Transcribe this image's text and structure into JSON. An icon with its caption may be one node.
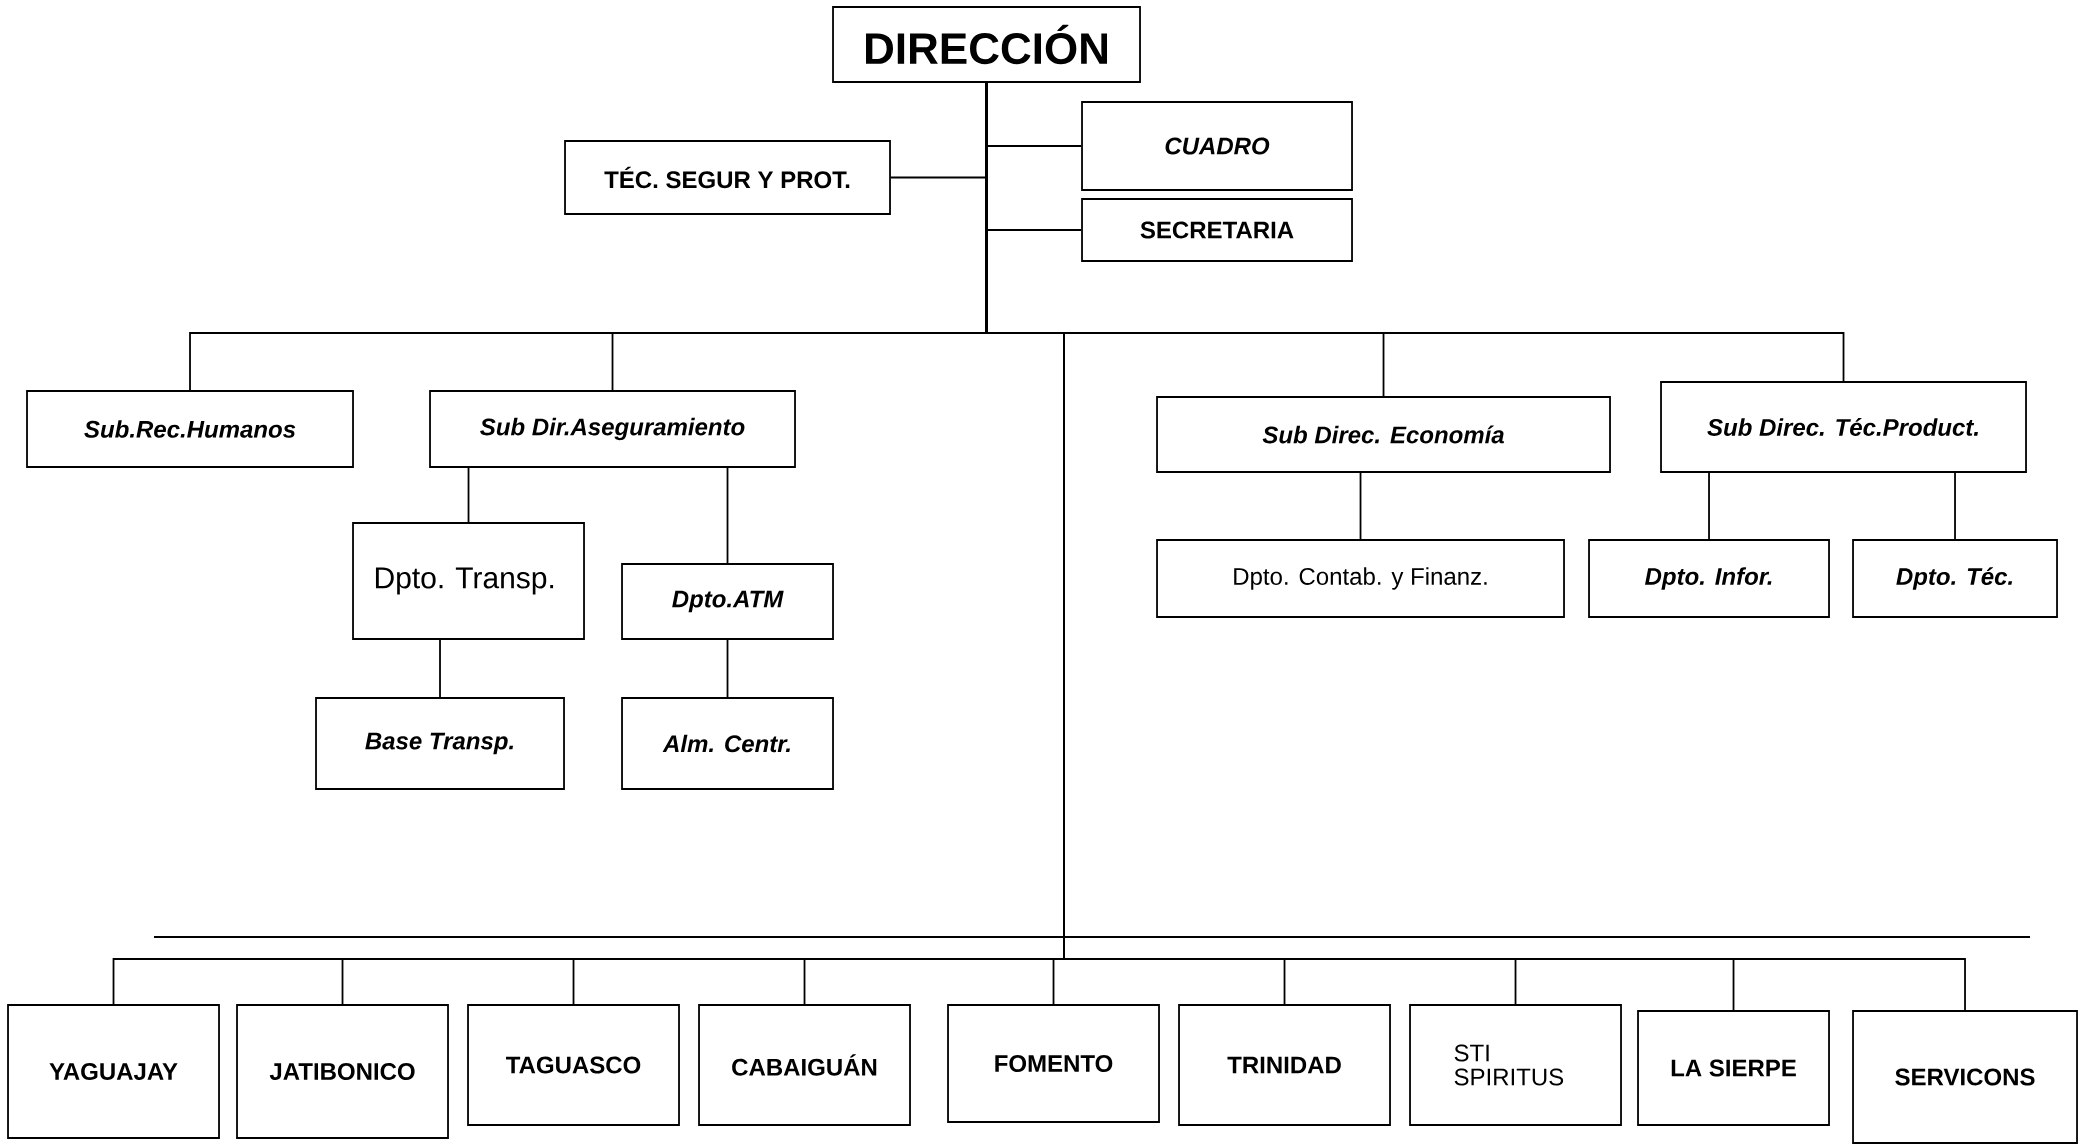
{
  "diagram": {
    "nodes": [
      {
        "text": [
          "DIRECCIÓN"
        ]
      },
      {
        "text": [
          "TÉC. SEGUR Y PROT."
        ]
      },
      {
        "text": [
          "CUADRO"
        ]
      },
      {
        "text": [
          "SECRETARIA"
        ]
      },
      {
        "text": [
          "Sub.Rec.Humanos"
        ]
      },
      {
        "text": [
          "Sub Dir.Aseguramiento"
        ]
      },
      {
        "text": [
          "Dpto. Transp."
        ]
      },
      {
        "text": [
          "Dpto.ATM"
        ]
      },
      {
        "text": [
          "Base Transp."
        ]
      },
      {
        "text": [
          "Alm. Centr."
        ]
      },
      {
        "text": [
          "Sub Direc. Economía"
        ]
      },
      {
        "text": [
          "Dpto. Contab. y Finanz."
        ]
      },
      {
        "text": [
          "Sub Direc. Téc.Product."
        ]
      },
      {
        "text": [
          "Dpto. Infor."
        ]
      },
      {
        "text": [
          "Dpto. Téc."
        ]
      },
      {
        "text": [
          "YAGUAJAY"
        ]
      },
      {
        "text": [
          "JATIBONICO"
        ]
      },
      {
        "text": [
          "TAGUASCO"
        ]
      },
      {
        "text": [
          "CABAIGUÁN"
        ]
      },
      {
        "text": [
          "FOMENTO"
        ]
      },
      {
        "text": [
          "TRINIDAD"
        ]
      },
      {
        "text": [
          "STI SPIRITUS"
        ]
      },
      {
        "text": [
          "LA SIERPE"
        ]
      },
      {
        "text": [
          "SERVICONS"
        ]
      }
    ],
    "edges": [
      {
        "from": 0,
        "to": 1,
        "arrow": "none"
      },
      {
        "from": 0,
        "to": 2,
        "arrow": "none"
      },
      {
        "from": 0,
        "to": 3,
        "arrow": "none"
      },
      {
        "from": 0,
        "to": 4,
        "arrow": "none"
      },
      {
        "from": 0,
        "to": 5,
        "arrow": "none"
      },
      {
        "from": 0,
        "to": 10,
        "arrow": "none"
      },
      {
        "from": 0,
        "to": 12,
        "arrow": "none"
      },
      {
        "from": 5,
        "to": 6,
        "arrow": "none"
      },
      {
        "from": 5,
        "to": 7,
        "arrow": "none"
      },
      {
        "from": 6,
        "to": 8,
        "arrow": "none"
      },
      {
        "from": 7,
        "to": 9,
        "arrow": "none"
      },
      {
        "from": 10,
        "to": 11,
        "arrow": "none"
      },
      {
        "from": 12,
        "to": 13,
        "arrow": "none"
      },
      {
        "from": 12,
        "to": 14,
        "arrow": "none"
      },
      {
        "from": 0,
        "to": 15,
        "arrow": "none"
      },
      {
        "from": 0,
        "to": 16,
        "arrow": "none"
      },
      {
        "from": 0,
        "to": 17,
        "arrow": "none"
      },
      {
        "from": 0,
        "to": 18,
        "arrow": "none"
      },
      {
        "from": 0,
        "to": 19,
        "arrow": "none"
      },
      {
        "from": 0,
        "to": 20,
        "arrow": "none"
      },
      {
        "from": 0,
        "to": 21,
        "arrow": "none"
      },
      {
        "from": 0,
        "to": 22,
        "arrow": "none"
      },
      {
        "from": 0,
        "to": 23,
        "arrow": "none"
      }
    ]
  }
}
